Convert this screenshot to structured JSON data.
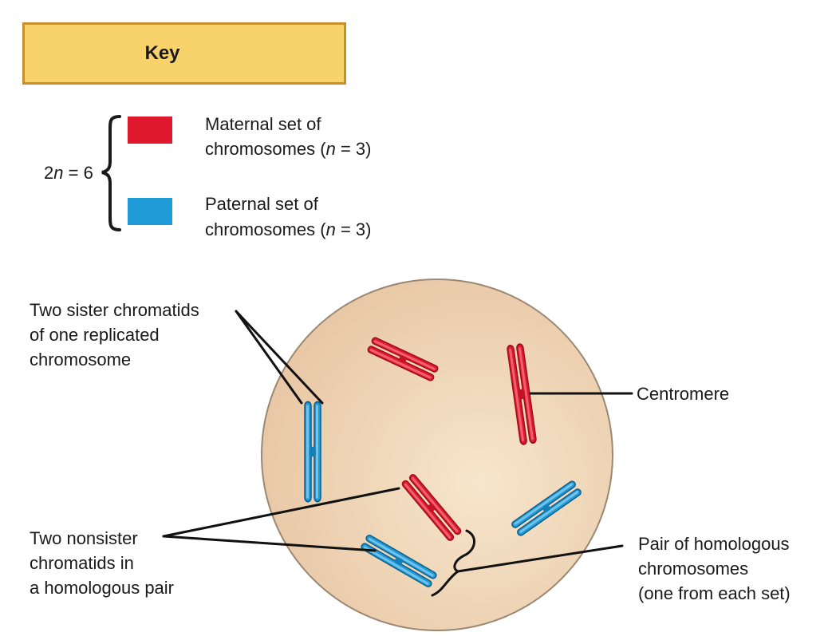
{
  "key": {
    "title": "Key",
    "ploidy": {
      "prefix": "2",
      "var": "n",
      "suffix": " = 6"
    },
    "maternal": {
      "line1": "Maternal set of",
      "line2_pre": "chromosomes (",
      "line2_var": "n",
      "line2_post": " = 3)",
      "color": "#e0182d"
    },
    "paternal": {
      "line1": "Paternal set of",
      "line2_pre": "chromosomes (",
      "line2_var": "n",
      "line2_post": " = 3)",
      "color": "#1e9ad6"
    }
  },
  "labels": {
    "sister": [
      "Two sister chromatids",
      "of one replicated",
      "chromosome"
    ],
    "centromere": "Centromere",
    "nonsister": [
      "Two nonsister",
      "chromatids in",
      "a homologous pair"
    ],
    "homologous": [
      "Pair of homologous",
      "chromosomes",
      "(one from each set)"
    ]
  },
  "colors": {
    "cell_fill": "#f0d2b0",
    "cell_stroke": "#9a8872",
    "key_fill": "#f8d26b",
    "key_border": "#c8902c"
  }
}
